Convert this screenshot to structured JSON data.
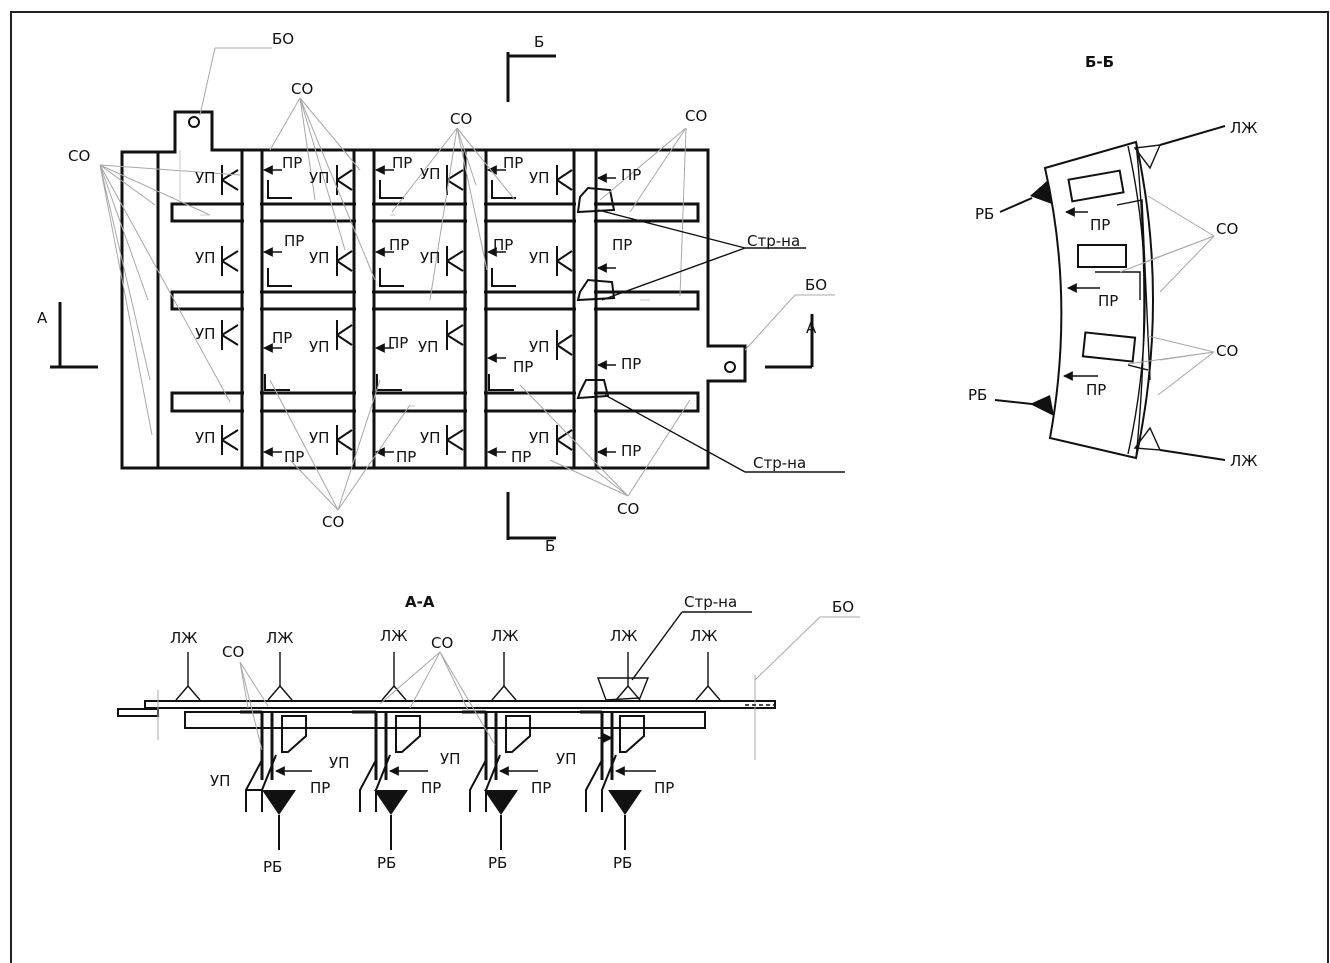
{
  "labels": {
    "bo": "БО",
    "so": "СО",
    "pr": "ПР",
    "up": "УП",
    "strna": "Стр-на",
    "lzh": "ЛЖ",
    "rb": "РБ",
    "cut_a": "А",
    "cut_b": "Б"
  },
  "views": {
    "section_aa": "А-А",
    "section_bb": "Б-Б"
  }
}
